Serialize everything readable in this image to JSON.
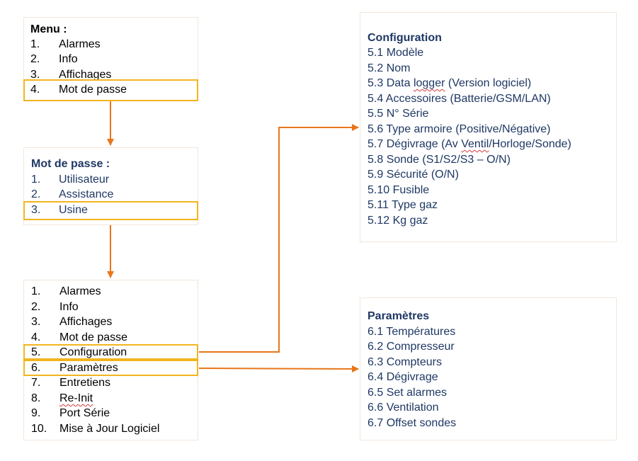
{
  "menu": {
    "title": "Menu :",
    "items": [
      {
        "num": "1.",
        "label": "Alarmes"
      },
      {
        "num": "2.",
        "label": "Info"
      },
      {
        "num": "3.",
        "label": "Affichages"
      },
      {
        "num": "4.",
        "label": "Mot de passe"
      }
    ]
  },
  "password_menu": {
    "title": "Mot de passe :",
    "items": [
      {
        "num": "1.",
        "label": "Utilisateur"
      },
      {
        "num": "2.",
        "label": "Assistance"
      },
      {
        "num": "3.",
        "label": "Usine"
      }
    ]
  },
  "factory_menu": {
    "items": [
      {
        "num": "1.",
        "label": "Alarmes"
      },
      {
        "num": "2.",
        "label": "Info"
      },
      {
        "num": "3.",
        "label": "Affichages"
      },
      {
        "num": "4.",
        "label": "Mot de passe"
      },
      {
        "num": "5.",
        "label": "Configuration"
      },
      {
        "num": "6.",
        "label": "Paramètres"
      },
      {
        "num": "7.",
        "label": "Entretiens"
      },
      {
        "num": "8.",
        "label": "Re-Init"
      },
      {
        "num": "9.",
        "label": "Port Série"
      },
      {
        "num": "10.",
        "label": "Mise à Jour Logiciel"
      }
    ]
  },
  "configuration": {
    "title": "Configuration",
    "items": [
      "5.1 Modèle",
      "5.2 Nom",
      "5.3 Data logger (Version logiciel)",
      "5.4 Accessoires (Batterie/GSM/LAN)",
      "5.5 N° Série",
      "5.6 Type armoire (Positive/Négative)",
      "5.7 Dégivrage (Av Ventil/Horloge/Sonde)",
      "5.8 Sonde (S1/S2/S3 – O/N)",
      "5.9 Sécurité (O/N)",
      "5.10 Fusible",
      "5.11 Type gaz",
      "5.12 Kg gaz"
    ]
  },
  "parameters": {
    "title": "Paramètres",
    "items": [
      "6.1 Températures",
      "6.2 Compresseur",
      "6.3 Compteurs",
      "6.4 Dégivrage",
      "6.5 Set alarmes",
      "6.6 Ventilation",
      "6.7 Offset sondes"
    ]
  },
  "colors": {
    "highlight_border": "#f2b51f",
    "arrow": "#e8761a",
    "heading_text": "#1f3864",
    "box_border": "#f3e6db"
  }
}
